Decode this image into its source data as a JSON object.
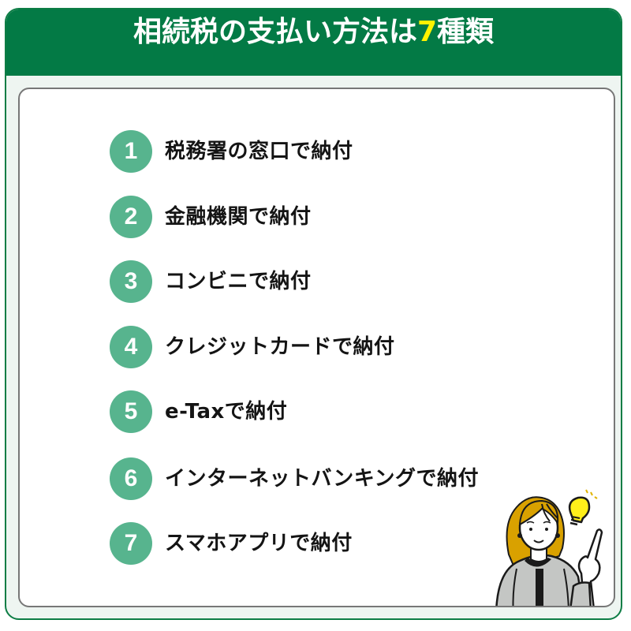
{
  "header": {
    "title_prefix": "相続税の支払い方法は",
    "title_number": "7",
    "title_suffix": "種類"
  },
  "colors": {
    "header_bg": "#037a45",
    "outer_border": "#0d7d45",
    "outer_bg": "#eef5f1",
    "accent_number": "#fff200",
    "badge_bg": "#57b48e",
    "inner_border": "#777777",
    "text": "#141414",
    "hair": "#d9a100",
    "bulb": "#ffef1a"
  },
  "items": [
    {
      "number": "1",
      "label": "税務署の窓口で納付"
    },
    {
      "number": "2",
      "label": "金融機関で納付"
    },
    {
      "number": "3",
      "label": "コンビニで納付"
    },
    {
      "number": "4",
      "label": "クレジットカードで納付"
    },
    {
      "number": "5",
      "label": "e-Taxで納付"
    },
    {
      "number": "6",
      "label": "インターネットバンキングで納付"
    },
    {
      "number": "7",
      "label": "スマホアプリで納付"
    }
  ],
  "illustration": {
    "subject": "woman-pointing-with-lightbulb-icon"
  }
}
